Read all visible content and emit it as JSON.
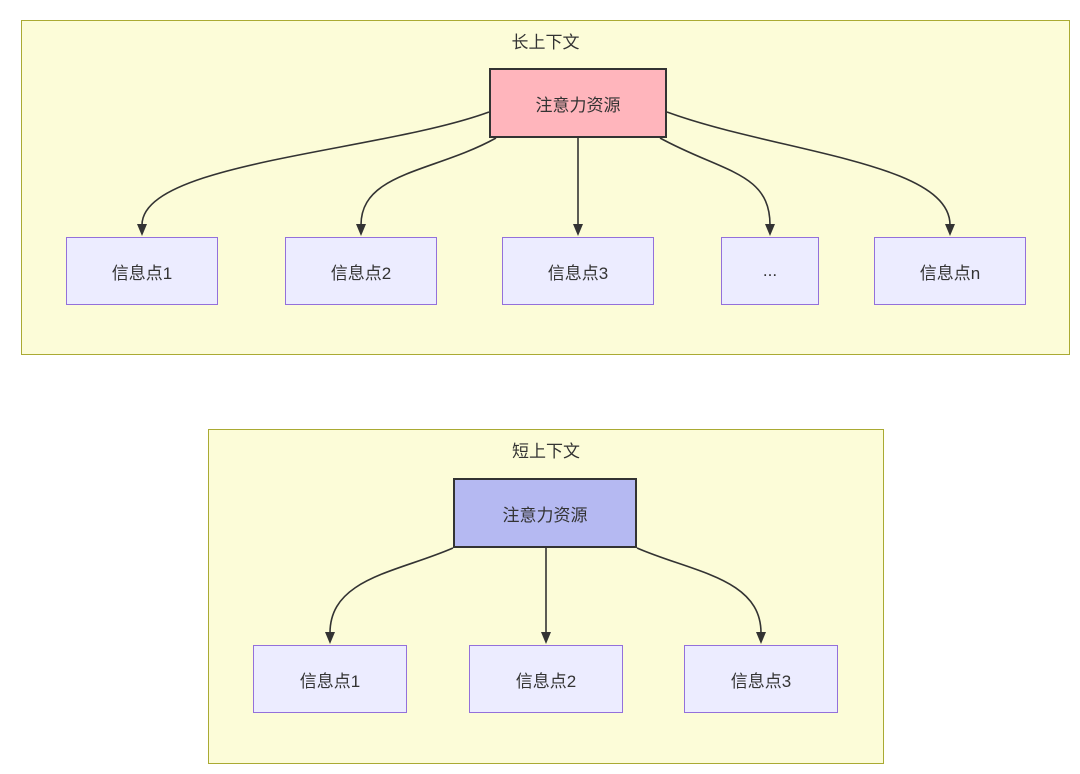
{
  "long_context": {
    "title": "长上下文",
    "attention_label": "注意力资源",
    "info_points": [
      "信息点1",
      "信息点2",
      "信息点3",
      "...",
      "信息点n"
    ]
  },
  "short_context": {
    "title": "短上下文",
    "attention_label": "注意力资源",
    "info_points": [
      "信息点1",
      "信息点2",
      "信息点3"
    ]
  },
  "colors": {
    "container_fill": "#fcfcd8",
    "container_border": "#aaaa33",
    "node_fill": "#ececff",
    "node_border": "#9370db",
    "long_attention_fill": "#ffb5bc",
    "short_attention_fill": "#b5b9f2",
    "attention_border": "#333333",
    "arrow_color": "#333333",
    "text_color": "#333333"
  }
}
